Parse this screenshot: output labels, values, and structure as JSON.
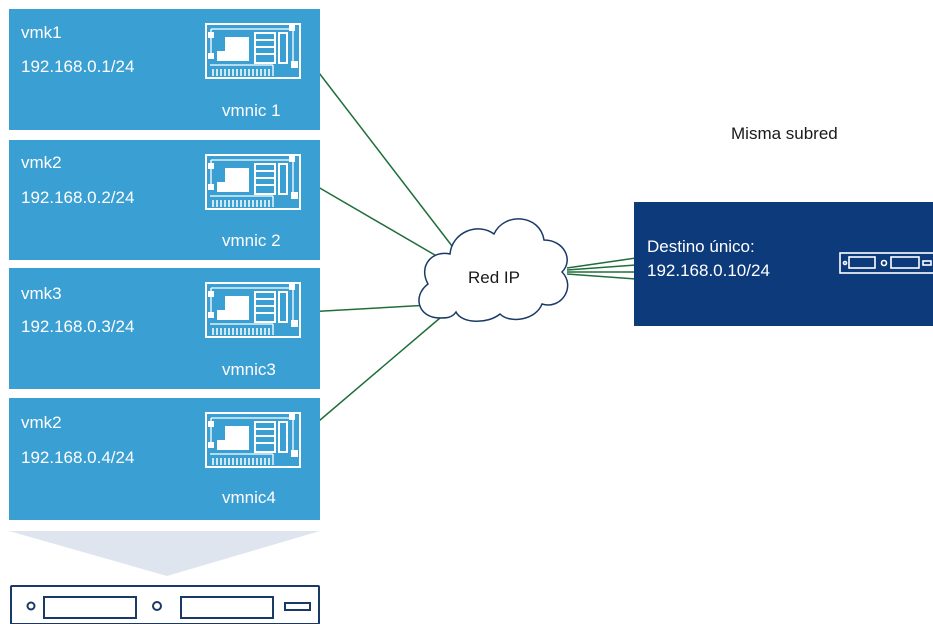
{
  "interfaces": [
    {
      "vmk": "vmk1",
      "ip": "192.168.0.1/24",
      "vmnic": "vmnic 1"
    },
    {
      "vmk": "vmk2",
      "ip": "192.168.0.2/24",
      "vmnic": "vmnic 2"
    },
    {
      "vmk": "vmk3",
      "ip": "192.168.0.3/24",
      "vmnic": "vmnic3"
    },
    {
      "vmk": "vmk2",
      "ip": "192.168.0.4/24",
      "vmnic": "vmnic4"
    }
  ],
  "network": {
    "label": "Red IP"
  },
  "subnet_label": "Misma subred",
  "destination": {
    "title": "Destino único:",
    "ip": "192.168.0.10/24"
  },
  "colors": {
    "vmk_box": "#3a9fd3",
    "destination_box": "#0d3a7a",
    "link_line": "#1f6e3a",
    "host_outline": "#1a3a66"
  },
  "icons": {
    "nic": "network-card-icon",
    "server": "server-icon",
    "cloud": "cloud-icon"
  }
}
